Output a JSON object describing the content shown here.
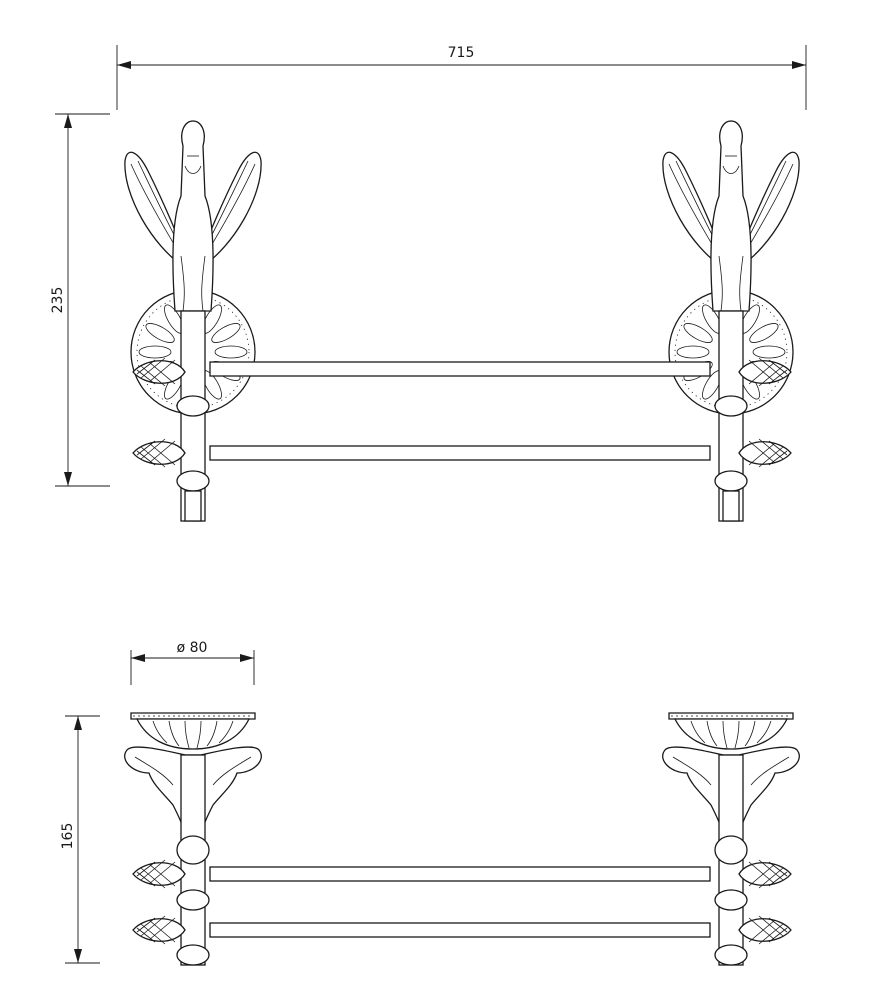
{
  "dimensions": {
    "top_width": "715",
    "top_height": "235",
    "bottom_diameter": "ø 80",
    "bottom_height": "165"
  },
  "colors": {
    "line": "#1a1a1a",
    "background": "#ffffff"
  }
}
